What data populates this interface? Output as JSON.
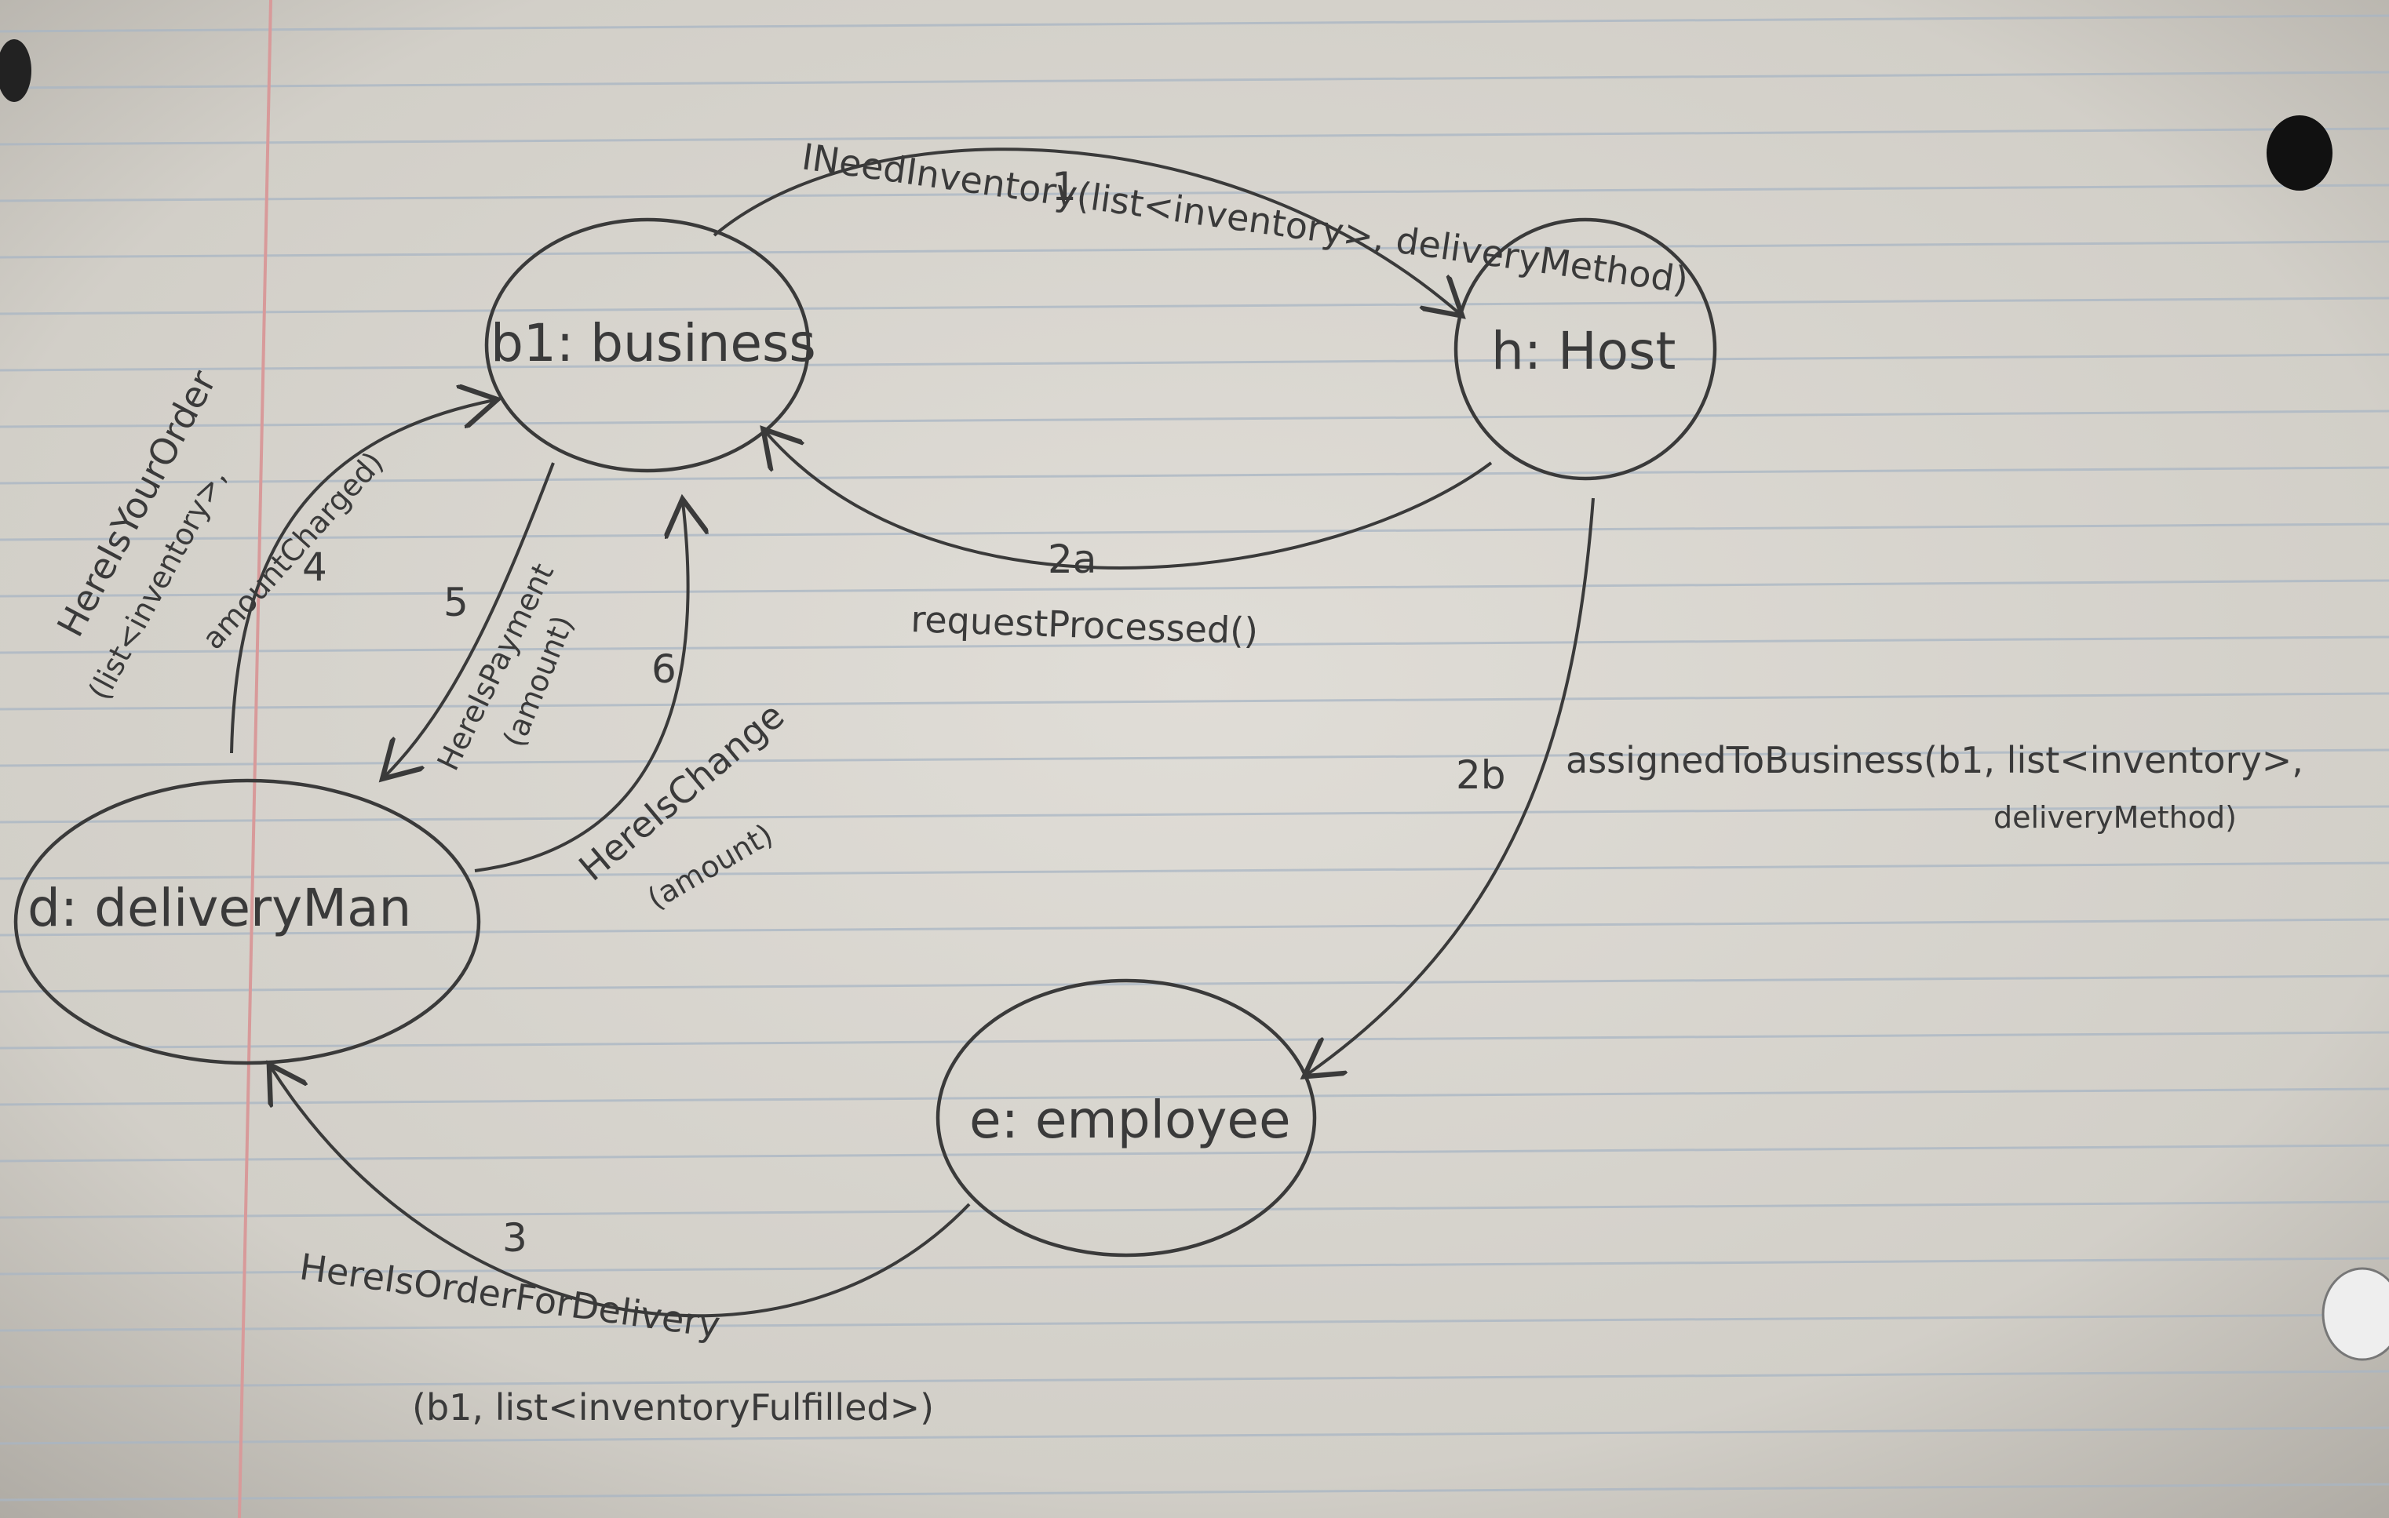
{
  "nodes": {
    "business": "b1: business",
    "host": "h: Host",
    "deliveryman": "d: deliveryMan",
    "employee": "e: employee"
  },
  "messages": {
    "m1_label": "INeedInventory(list<inventory>, deliveryMethod)",
    "m1_num": "1",
    "m2a_num": "2a",
    "m2a_label": "requestProcessed()",
    "m2b_num": "2b",
    "m2b_label_line1": "assignedToBusiness(b1, list<inventory>,",
    "m2b_label_line2": "deliveryMethod)",
    "m3_num": "3",
    "m3_label_line1": "HereIsOrderForDelivery",
    "m3_label_line2": "(b1, list<inventoryFulfilled>)",
    "m4_num": "4",
    "m4_label_line1": "HereIsYourOrder",
    "m4_label_line2": "(list<inventory>,",
    "m4_label_line3": "amountCharged)",
    "m5_num": "5",
    "m5_label_line1": "HereIsPayment",
    "m5_label_line2": "(amount)",
    "m6_num": "6",
    "m6_label_line1": "HereIsChange",
    "m6_label_line2": "(amount)"
  },
  "colors": {
    "paper": "#d8d5cf",
    "rule_line": "#a9b6c4",
    "margin_line": "#d89a9a",
    "ink": "#3a3a3a"
  }
}
